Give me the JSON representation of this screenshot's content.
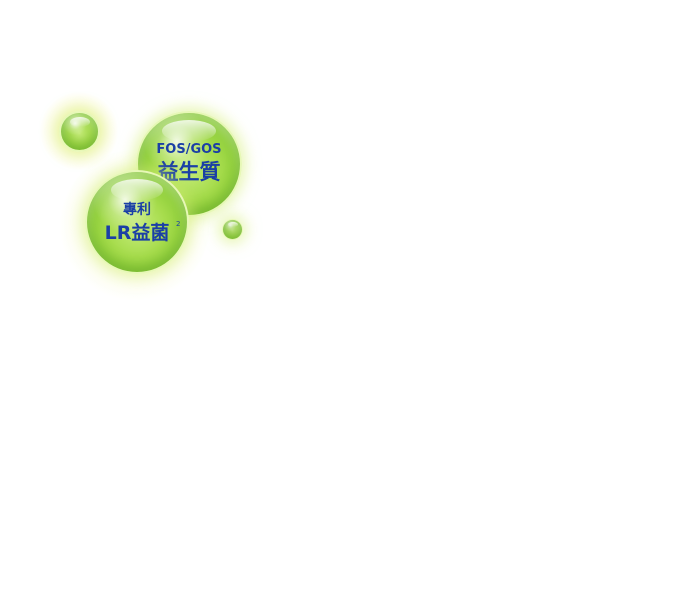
{
  "bubbles": {
    "prebiotic": {
      "line1": "FOS/GOS",
      "line2": "益生質"
    },
    "probiotic": {
      "line1": "專利",
      "line2": "LR益菌",
      "footnote": "2"
    }
  },
  "colors": {
    "bubble_green": "#8fd13a",
    "bubble_rim": "#e6f8b4",
    "text_blue": "#1b3fa6",
    "glow_yellow": "#f4f6a0",
    "background": "#ffffff"
  }
}
